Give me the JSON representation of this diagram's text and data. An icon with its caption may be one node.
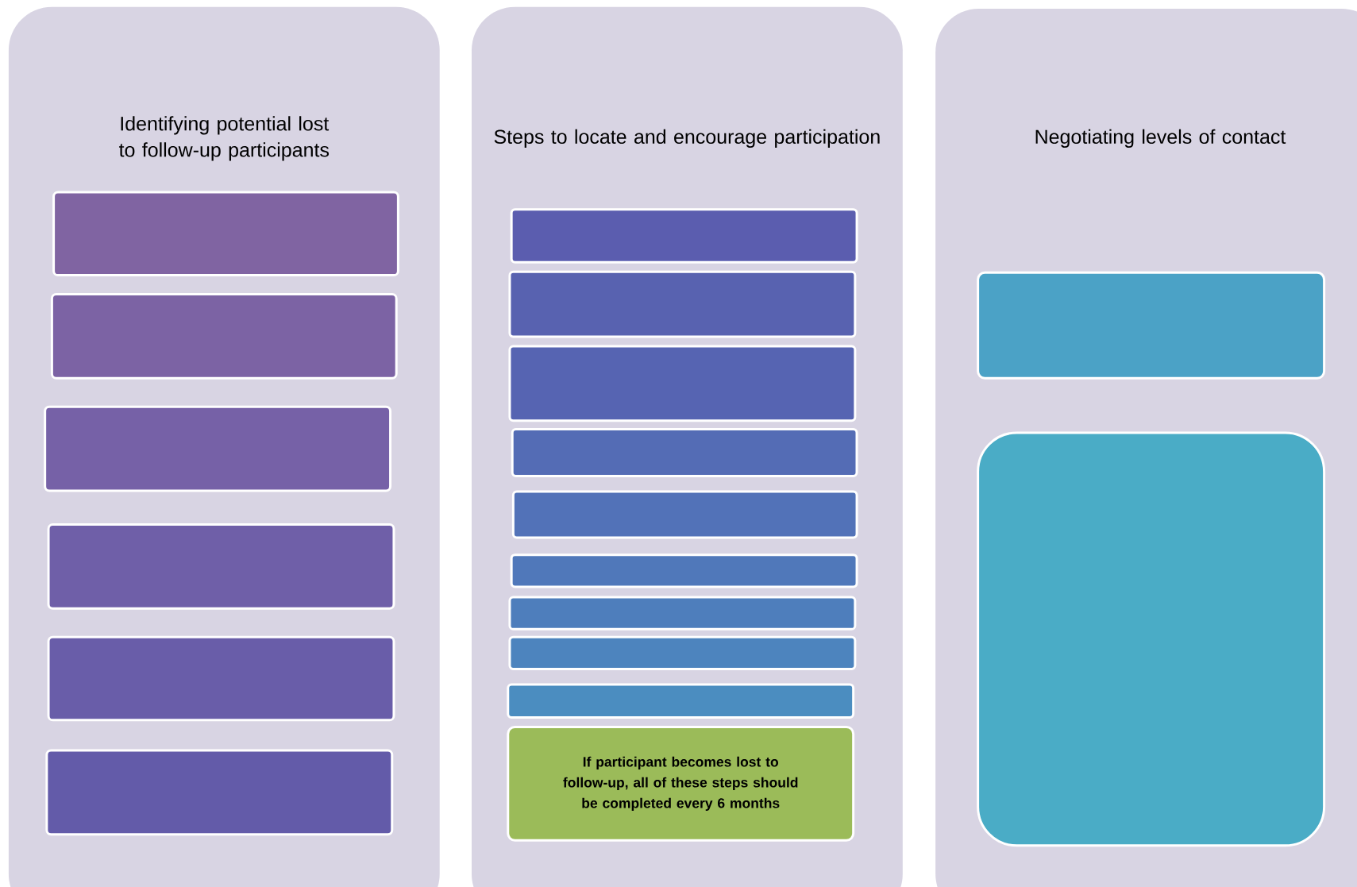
{
  "diagram": {
    "nodes": [
      {
        "text": [
          "Identifying potential lost to follow-up participants"
        ]
      },
      {
        "text": [],
        "shape": "box",
        "in": 0
      },
      {
        "text": [],
        "shape": "box",
        "in": 0
      },
      {
        "text": [],
        "shape": "box",
        "in": 0
      },
      {
        "text": [],
        "shape": "box",
        "in": 0
      },
      {
        "text": [],
        "shape": "box",
        "in": 0
      },
      {
        "text": [],
        "shape": "box",
        "in": 0
      },
      {
        "text": [
          "Steps to locate and encourage participation"
        ]
      },
      {
        "text": [],
        "shape": "box",
        "in": 7
      },
      {
        "text": [],
        "shape": "box",
        "in": 7
      },
      {
        "text": [],
        "shape": "box",
        "in": 7
      },
      {
        "text": [],
        "shape": "box",
        "in": 7
      },
      {
        "text": [],
        "shape": "box",
        "in": 7
      },
      {
        "text": [],
        "shape": "box",
        "in": 7
      },
      {
        "text": [],
        "shape": "box",
        "in": 7
      },
      {
        "text": [],
        "shape": "box",
        "in": 7
      },
      {
        "text": [],
        "shape": "box",
        "in": 7
      },
      {
        "text": [
          "If participant becomes lost to follow-up, all of these steps should be completed every 6 months"
        ],
        "in": 7
      },
      {
        "text": [
          "Negotiating levels of contact"
        ]
      },
      {
        "text": [],
        "shape": "box",
        "in": 18
      },
      {
        "text": [],
        "shape": "box",
        "in": 18
      }
    ]
  }
}
